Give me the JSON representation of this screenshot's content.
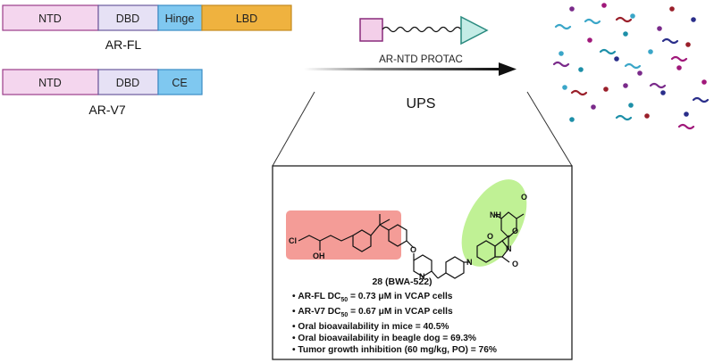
{
  "constructs": {
    "ar_fl": {
      "label": "AR-FL",
      "domains": [
        {
          "name": "NTD",
          "color": "#f4d6ee",
          "border": "#9b3d8a"
        },
        {
          "name": "DBD",
          "color": "#e6e1f5",
          "border": "#6a5a9c"
        },
        {
          "name": "Hinge",
          "color": "#7fc8f0",
          "border": "#3a8cc4"
        },
        {
          "name": "LBD",
          "color": "#efb23f",
          "border": "#c48a1e"
        }
      ]
    },
    "ar_v7": {
      "label": "AR-V7",
      "domains": [
        {
          "name": "NTD",
          "color": "#f4d6ee",
          "border": "#9b3d8a"
        },
        {
          "name": "DBD",
          "color": "#e6e1f5",
          "border": "#6a5a9c"
        },
        {
          "name": "CE",
          "color": "#7fc8f0",
          "border": "#3a8cc4"
        }
      ]
    }
  },
  "protac": {
    "label": "AR-NTD PROTAC",
    "warhead_color": "#f3cfe9",
    "ligase_ligand_color": "#c4ece6"
  },
  "pathway": {
    "label": "UPS"
  },
  "panel": {
    "atoms": {
      "cl": "Cl",
      "oh": "OH",
      "o1": "O",
      "n1": "N",
      "n2": "N",
      "n3": "N",
      "nh": "NH",
      "oa": "O",
      "ob": "O",
      "oc": "O",
      "od": "O"
    },
    "compound_number": "28",
    "compound_name": "(BWA-522)",
    "bullets": [
      {
        "pre": "AR-FL DC",
        "sub": "50",
        "post": " = 0.73 μM in VCAP cells"
      },
      {
        "pre": "AR-V7 DC",
        "sub": "50",
        "post": " = 0.67 μM in VCAP cells"
      },
      {
        "pre": "Oral bioavailability in mice = 40.5%",
        "sub": "",
        "post": ""
      },
      {
        "pre": "Oral bioavailability in beagle dog = 69.3%",
        "sub": "",
        "post": ""
      },
      {
        "pre": "Tumor growth inhibition (60 mg/kg, PO) = 76%",
        "sub": "",
        "post": ""
      }
    ],
    "highlight_colors": {
      "ar_ligand": "#f28b85",
      "crbn_ligand": "#b9f08a"
    }
  },
  "fragment_colors": [
    "#7a2a8a",
    "#a0187a",
    "#3aa6c8",
    "#9a1f2a",
    "#2a2e8a",
    "#1d8fa8"
  ]
}
